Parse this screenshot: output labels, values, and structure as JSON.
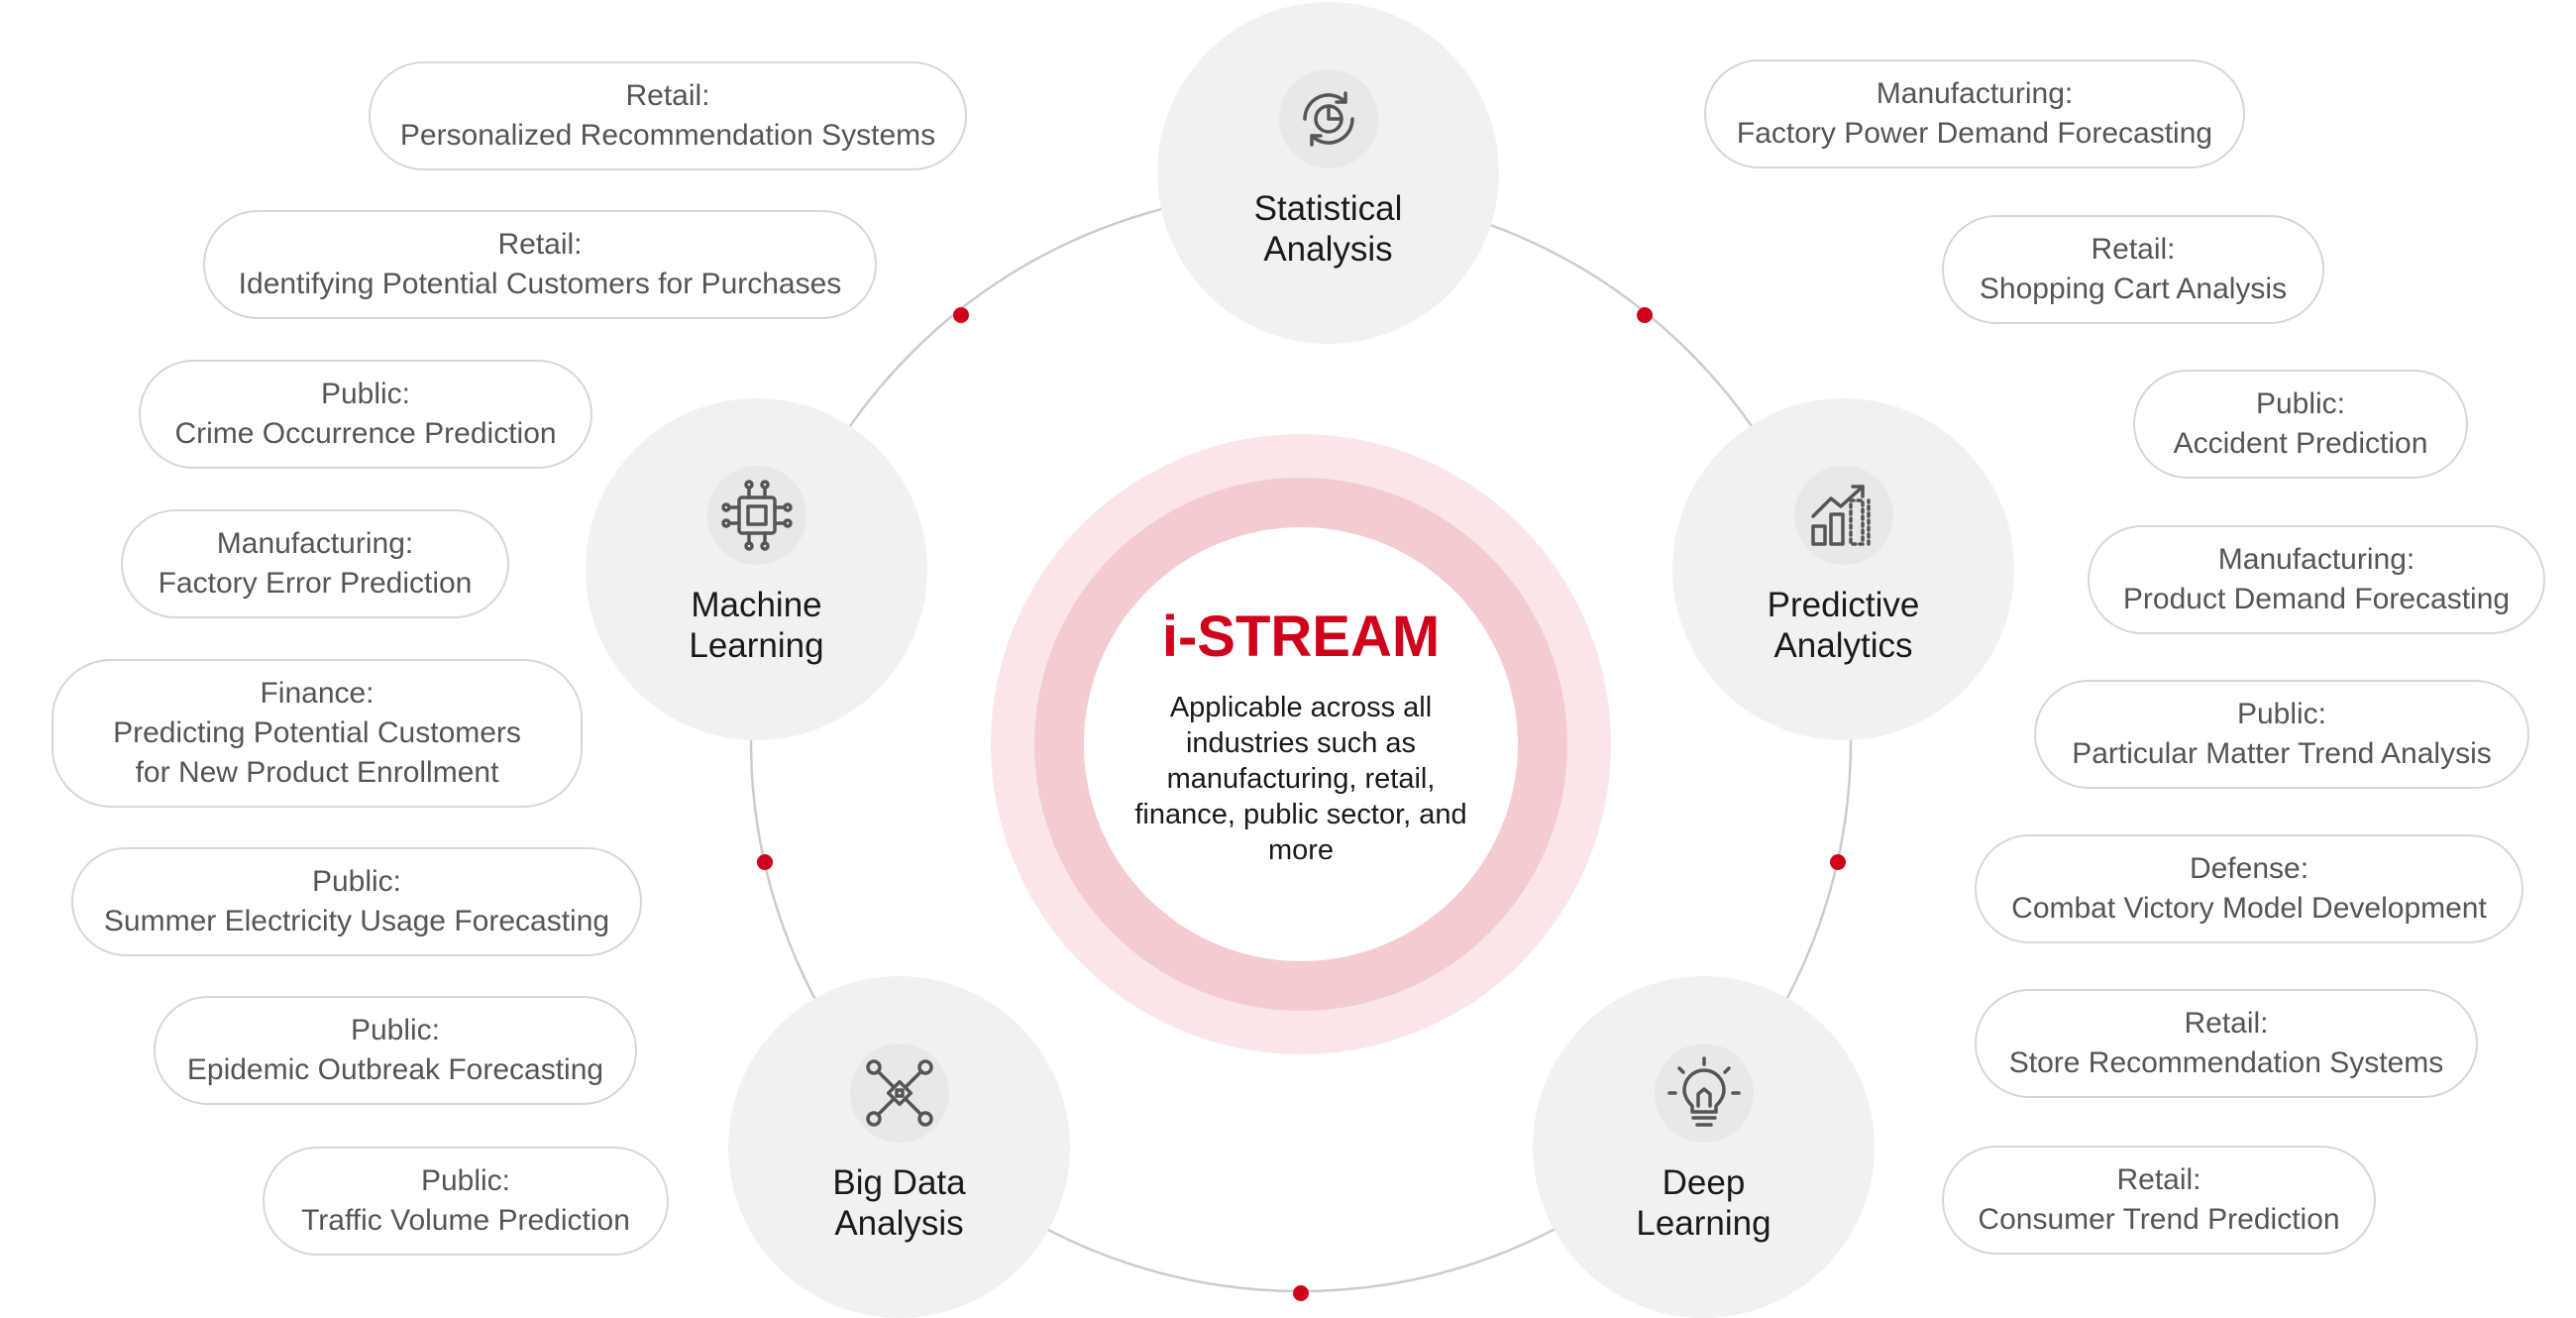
{
  "center": {
    "title": "i-STREAM",
    "description": "Applicable across all industries such as manufacturing, retail, finance, public sector, and more"
  },
  "colors": {
    "accent": "#d0021b",
    "node_bg": "#f1f1f3",
    "ring_outer": "#fbe5e8",
    "ring_inner": "#f3cbd1",
    "connector": "#cccccc",
    "pill_border": "#d6d6d6",
    "pill_text": "#555555"
  },
  "nodes": [
    {
      "label": "Statistical\nAnalysis",
      "icon": "pie-chart-refresh-icon"
    },
    {
      "label": "Machine\nLearning",
      "icon": "cpu-chip-icon"
    },
    {
      "label": "Predictive\nAnalytics",
      "icon": "bar-chart-growth-icon"
    },
    {
      "label": "Big Data\nAnalysis",
      "icon": "network-nodes-icon"
    },
    {
      "label": "Deep\nLearning",
      "icon": "lightbulb-icon"
    }
  ],
  "left_cases": [
    {
      "category": "Retail:",
      "text": "Personalized Recommendation Systems"
    },
    {
      "category": "Retail:",
      "text": "Identifying Potential Customers for Purchases"
    },
    {
      "category": "Public:",
      "text": "Crime Occurrence Prediction"
    },
    {
      "category": "Manufacturing:",
      "text": "Factory Error Prediction"
    },
    {
      "category": "Finance:",
      "text": "Predicting Potential Customers for New Product Enrollment"
    },
    {
      "category": "Public:",
      "text": "Summer Electricity Usage Forecasting"
    },
    {
      "category": "Public:",
      "text": "Epidemic Outbreak Forecasting"
    },
    {
      "category": "Public:",
      "text": "Traffic Volume Prediction"
    }
  ],
  "right_cases": [
    {
      "category": "Manufacturing:",
      "text": "Factory Power Demand Forecasting"
    },
    {
      "category": "Retail:",
      "text": "Shopping Cart Analysis"
    },
    {
      "category": "Public:",
      "text": "Accident Prediction"
    },
    {
      "category": "Manufacturing:",
      "text": "Product Demand Forecasting"
    },
    {
      "category": "Public:",
      "text": "Particular Matter Trend Analysis"
    },
    {
      "category": "Defense:",
      "text": "Combat Victory Model Development"
    },
    {
      "category": "Retail:",
      "text": "Store Recommendation Systems"
    },
    {
      "category": "Retail:",
      "text": "Consumer Trend Prediction"
    }
  ]
}
